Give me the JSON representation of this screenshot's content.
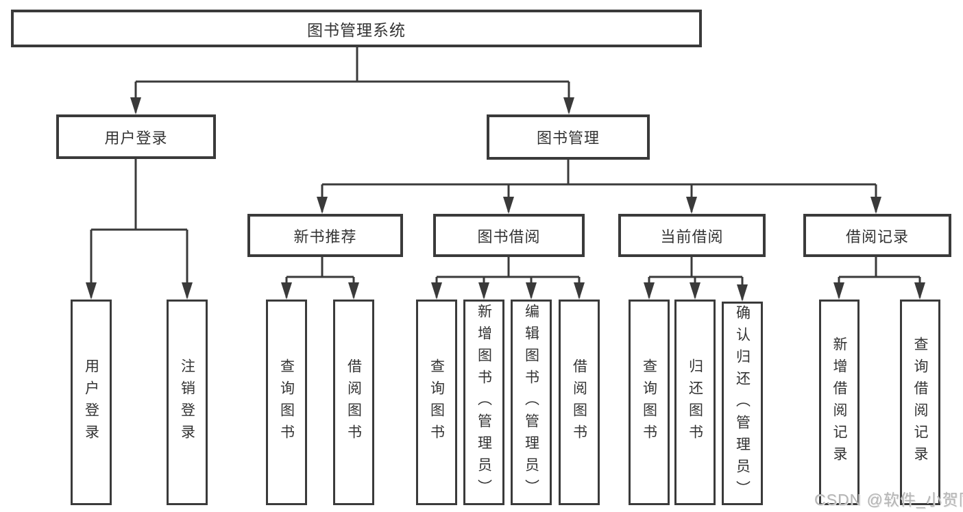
{
  "tree": {
    "root": {
      "label": "图书管理系统"
    },
    "login": {
      "label": "用户登录",
      "children": [
        {
          "label": "用户登录"
        },
        {
          "label": "注销登录"
        }
      ]
    },
    "mgmt": {
      "label": "图书管理",
      "groups": [
        {
          "label": "新书推荐",
          "children": [
            {
              "label": "查询图书"
            },
            {
              "label": "借阅图书"
            }
          ]
        },
        {
          "label": "图书借阅",
          "children": [
            {
              "label": "查询图书"
            },
            {
              "label": "新增图书（管理员）"
            },
            {
              "label": "编辑图书（管理员）"
            },
            {
              "label": "借阅图书"
            }
          ]
        },
        {
          "label": "当前借阅",
          "children": [
            {
              "label": "查询图书"
            },
            {
              "label": "归还图书"
            },
            {
              "label": "确认归还（管理员）"
            }
          ]
        },
        {
          "label": "借阅记录",
          "children": [
            {
              "label": "新增借阅记录"
            },
            {
              "label": "查询借阅记录"
            }
          ]
        }
      ]
    }
  },
  "watermark": "CSDN @软件_小贺同学",
  "colors": {
    "line": "#3a3a3a",
    "text": "#333333",
    "box_background": "#ffffff",
    "watermark": "#b5b5b5"
  }
}
